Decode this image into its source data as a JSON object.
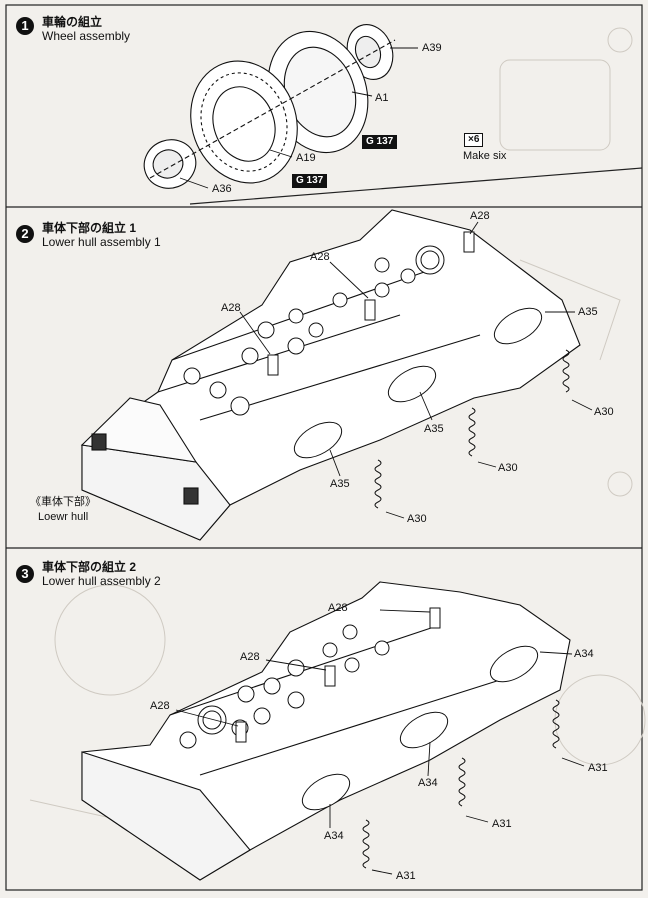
{
  "step1": {
    "number": "1",
    "title_jp": "車輪の組立",
    "title_en": "Wheel assembly",
    "parts": {
      "a39": "A39",
      "a1": "A1",
      "a19": "A19",
      "a36": "A36",
      "g137_a": "G 137",
      "g137_b": "G 137"
    },
    "multiplier": "×6",
    "multiplier_note": "Make six"
  },
  "step2": {
    "number": "2",
    "title_jp": "車体下部の組立 1",
    "title_en": "Lower hull assembly 1",
    "hull_label_jp": "《車体下部》",
    "hull_label_en": "Loewr hull",
    "parts": {
      "a28_1": "A28",
      "a28_2": "A28",
      "a28_3": "A28",
      "a35_1": "A35",
      "a35_2": "A35",
      "a35_3": "A35",
      "a30_1": "A30",
      "a30_2": "A30",
      "a30_3": "A30"
    }
  },
  "step3": {
    "number": "3",
    "title_jp": "車体下部の組立 2",
    "title_en": "Lower hull assembly 2",
    "parts": {
      "a28_1": "A28",
      "a28_2": "A28",
      "a28_3": "A28",
      "a34_1": "A34",
      "a34_2": "A34",
      "a34_3": "A34",
      "a31_1": "A31",
      "a31_2": "A31",
      "a31_3": "A31"
    }
  }
}
